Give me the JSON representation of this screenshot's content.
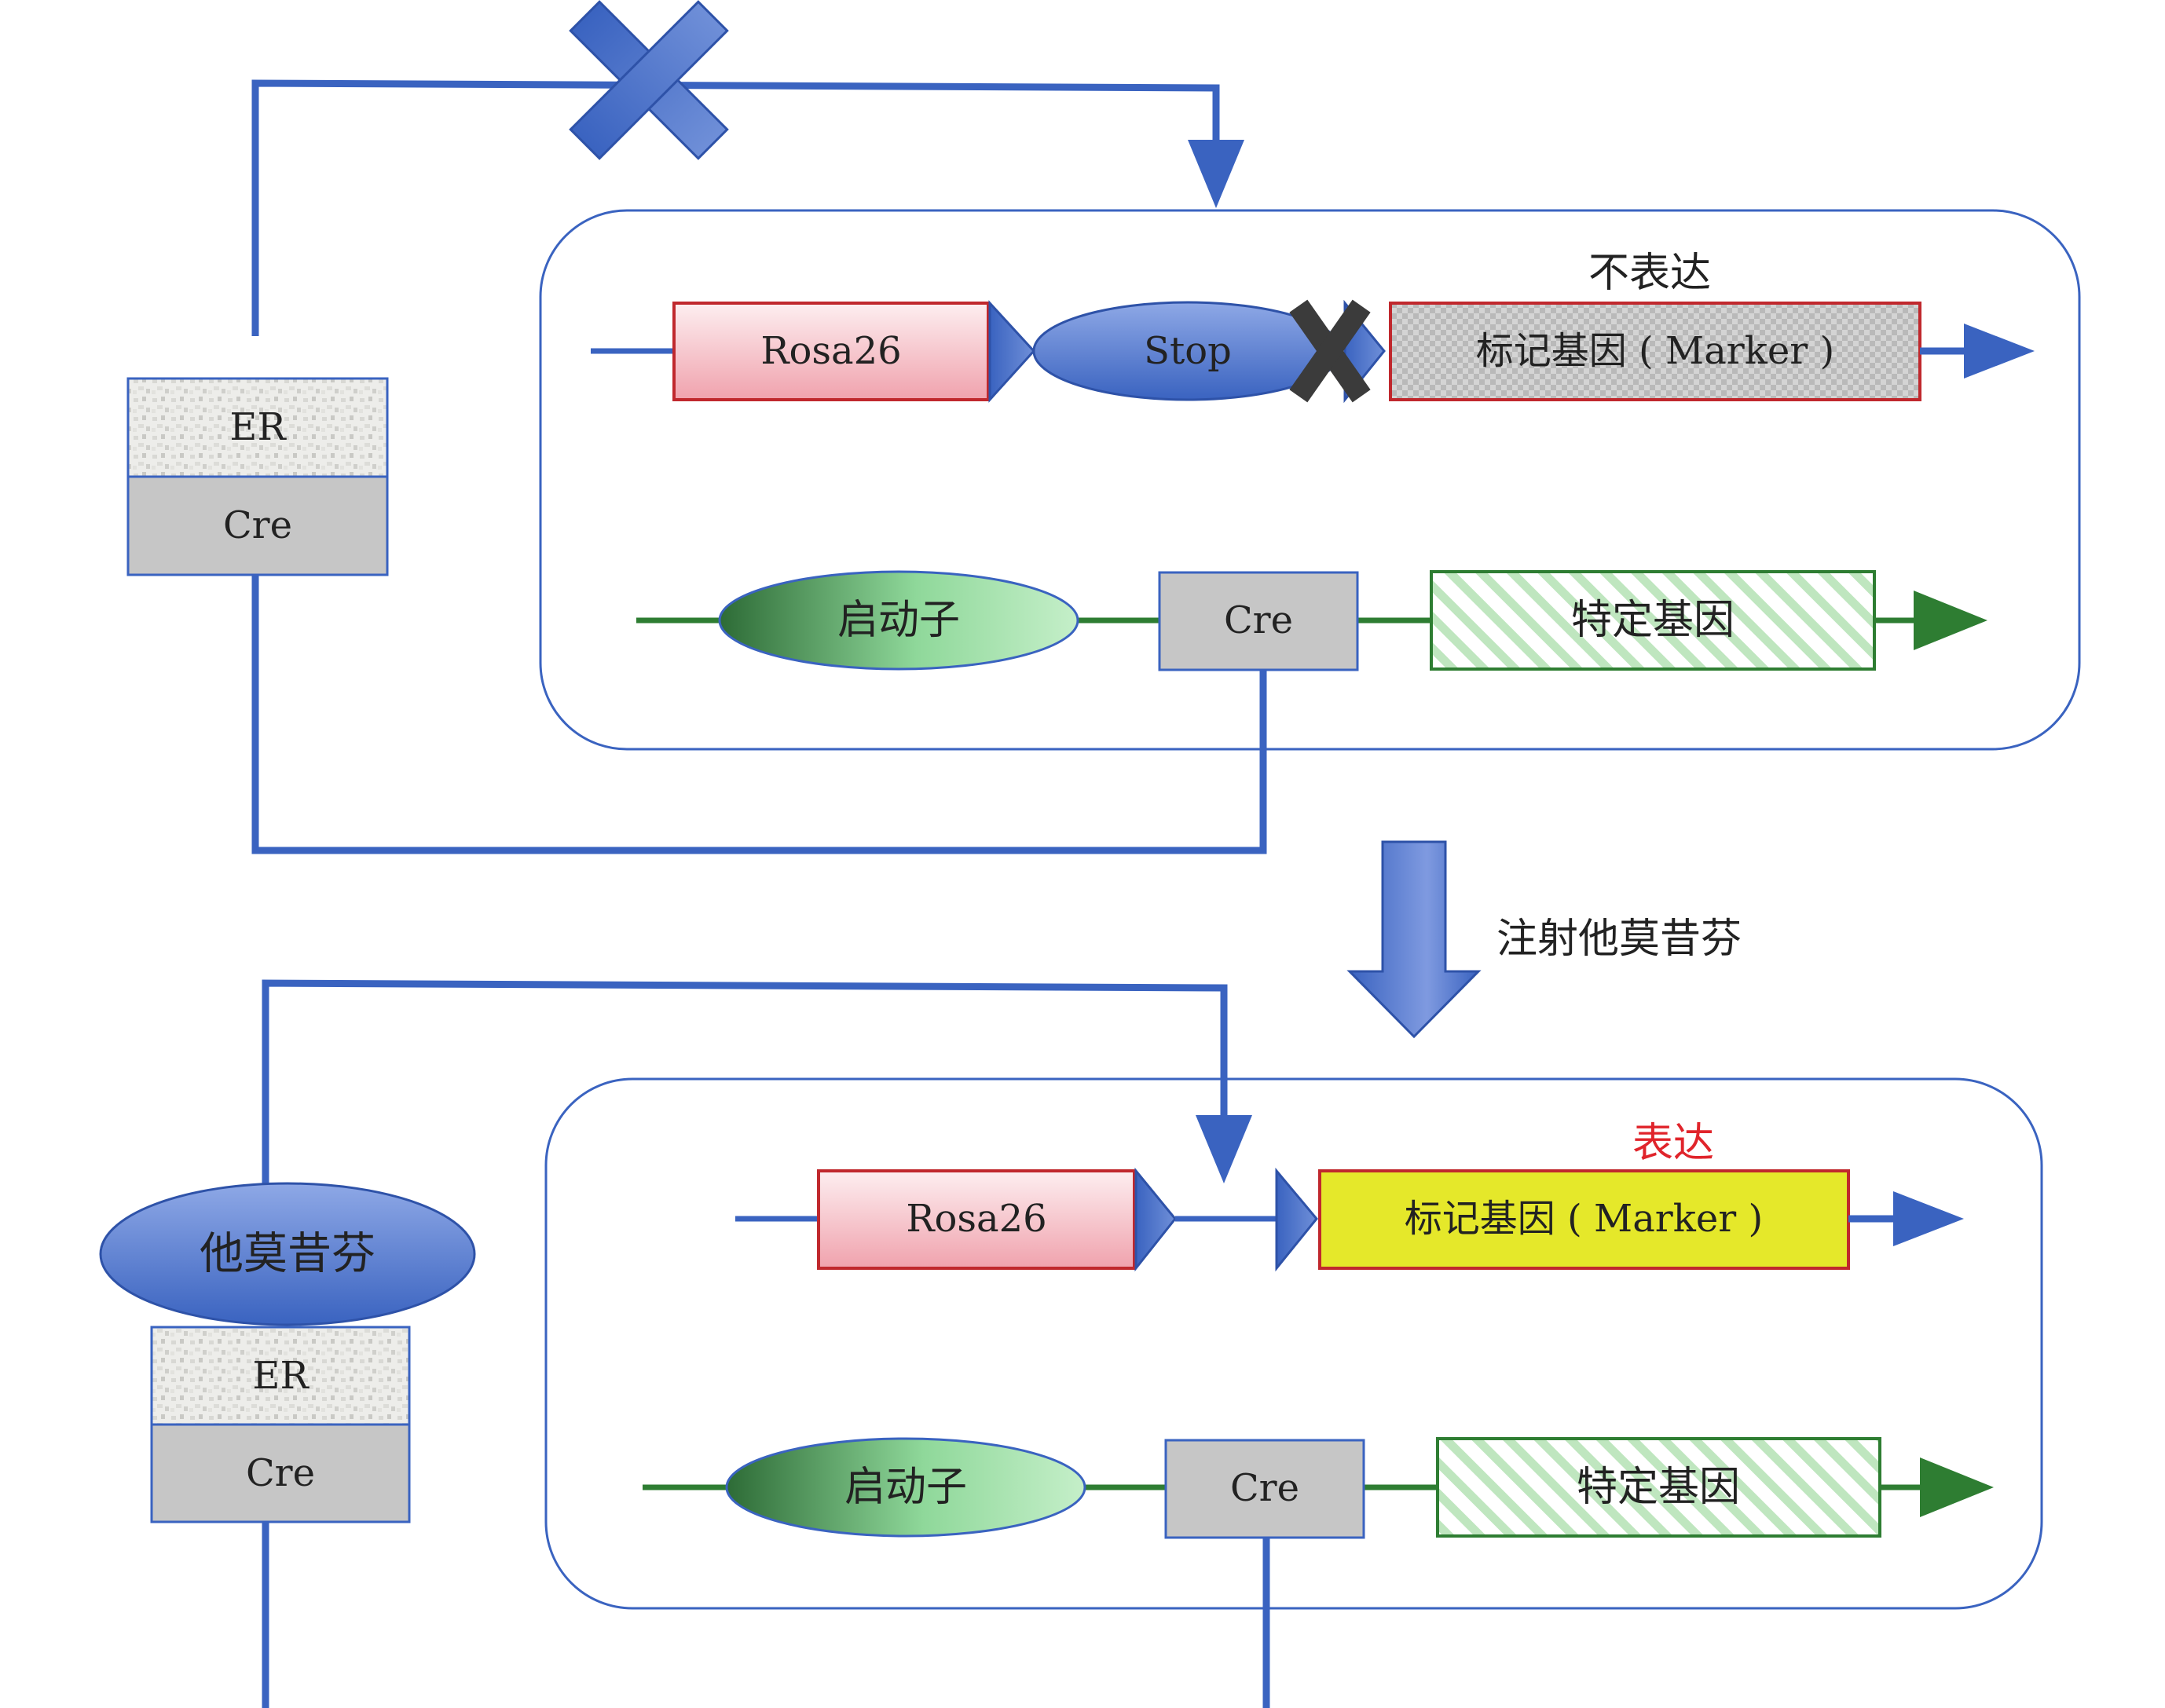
{
  "top_panel": {
    "status": "不表达",
    "rosa26": "Rosa26",
    "stop": "Stop",
    "marker": "标记基因 ( Marker )",
    "promoter": "启动子",
    "cre": "Cre",
    "specific_gene": "特定基因",
    "er_label": "ER",
    "er_cre_label": "Cre"
  },
  "transition": {
    "label": "注射他莫昔芬"
  },
  "bottom_panel": {
    "status": "表达",
    "rosa26": "Rosa26",
    "marker": "标记基因 ( Marker )",
    "promoter": "启动子",
    "cre": "Cre",
    "specific_gene": "特定基因",
    "tamoxifen": "他莫昔芬",
    "er_label": "ER",
    "er_cre_label": "Cre"
  },
  "colors": {
    "blue": "#3a63c0",
    "green": "#2e7d32",
    "rosa_border": "#c0282d",
    "marker_expressed": "#e5e82a",
    "expressed_text": "#e0242b"
  }
}
